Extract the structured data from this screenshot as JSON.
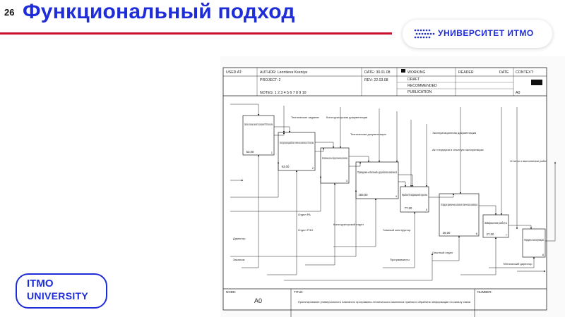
{
  "slide": {
    "number": "26",
    "title": "Функциональный подход"
  },
  "brand": {
    "university": "УНИВЕРСИТЕТ ИТМО",
    "logo_line1": "ITMO",
    "logo_line2": "UNIVERSITY",
    "accent": "#1f2dd8",
    "rule": "#c8102e"
  },
  "idef0": {
    "header": {
      "used_at": "USED AT:",
      "author": "AUTHOR: Leontieva Kseniya",
      "project": "PROJECT: 2",
      "date": "DATE: 30.01.08",
      "rev": "REV: 22.03.08",
      "notes": "NOTES: 1 2 3 4 5 6 7 8 9 10",
      "working": "WORKING",
      "draft": "DRAFT",
      "recommended": "RECOMMENDED",
      "publication": "PUBLICATION",
      "reader": "READER",
      "date2": "DATE",
      "context": "CONTEXT:",
      "context_node": "A0"
    },
    "footer": {
      "node_label": "NODE:",
      "node": "A0",
      "title_label": "TITLE:",
      "title": "Проектирование универсального наземного программно-технического комплекса приема и обработки информации по каналу связи",
      "number_label": "NUMBER:"
    },
    "boxes": [
      {
        "text": "Разработка и согласование с заказчиком ТЗ на проектирование ПТК ПОИ по каналу связи",
        "cost": "53,00",
        "num": "1"
      },
      {
        "text": "Конструкторская разработка технического комплекса и ПО системы",
        "cost": "63,00",
        "num": "2"
      },
      {
        "text": "Изготовление опытных образцов технического комплекса",
        "cost": "",
        "num": "3"
      },
      {
        "text": "Проведение испытаний и доработка комплекса",
        "cost": "155,00",
        "num": "4"
      },
      {
        "text": "Разработка ПО информационной подсистемы",
        "cost": "77,00",
        "num": "5"
      },
      {
        "text": "Отладка и приемочные испытания технического комплекса",
        "cost": "26,00",
        "num": "6"
      },
      {
        "text": "Завершение работы",
        "cost": "27,00",
        "num": "7"
      },
      {
        "text": "Передача в эксплуатацию",
        "cost": "",
        "num": "8"
      }
    ],
    "labels": [
      "Техническое задание",
      "Конструкторская документация",
      "Техническая документация",
      "Эксплуатационная документация",
      "Акт передачи в опытную эксплуатацию",
      "Отчеты о выполнении работ",
      "Отдел РА",
      "Отдел РЭО",
      "Конструкторский отдел",
      "Главный конструктор",
      "Директор",
      "Заказчик",
      "Технический директор",
      "Программисты",
      "Опытный отдел"
    ]
  }
}
